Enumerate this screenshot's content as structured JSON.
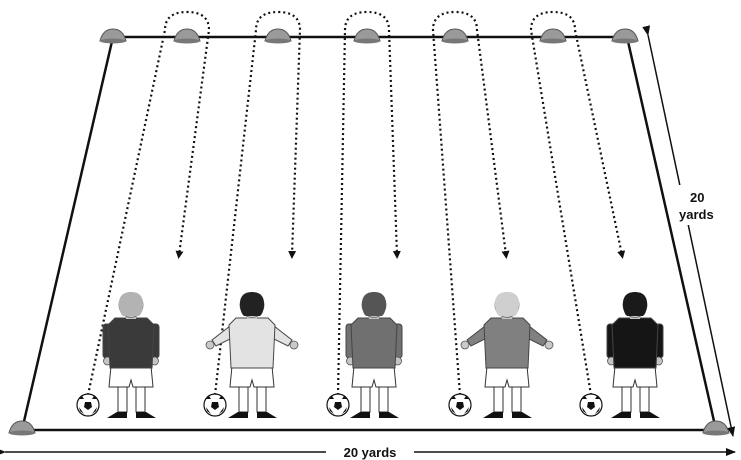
{
  "labels": {
    "side_number": "20",
    "side_unit": "yards",
    "bottom": "20 yards"
  },
  "players": [
    {
      "id": "player-1",
      "hair": "#b3b3b3",
      "shirt": "#3a3a3a",
      "skin": "#c4c4c4",
      "arms": "down"
    },
    {
      "id": "player-2",
      "hair": "#222222",
      "shirt": "#e3e3e3",
      "skin": "#c9c9c9",
      "arms": "out"
    },
    {
      "id": "player-3",
      "hair": "#555555",
      "shirt": "#707070",
      "skin": "#c4c4c4",
      "arms": "down"
    },
    {
      "id": "player-4",
      "hair": "#cfcfcf",
      "shirt": "#808080",
      "skin": "#c9c9c9",
      "arms": "out"
    },
    {
      "id": "player-5",
      "hair": "#1a1a1a",
      "shirt": "#151515",
      "skin": "#c4c4c4",
      "arms": "down"
    }
  ],
  "colors": {
    "line": "#111111",
    "cone": "#9a9a9a",
    "shorts": "#ffffff",
    "socks": "#ffffff",
    "boots": "#111111"
  }
}
